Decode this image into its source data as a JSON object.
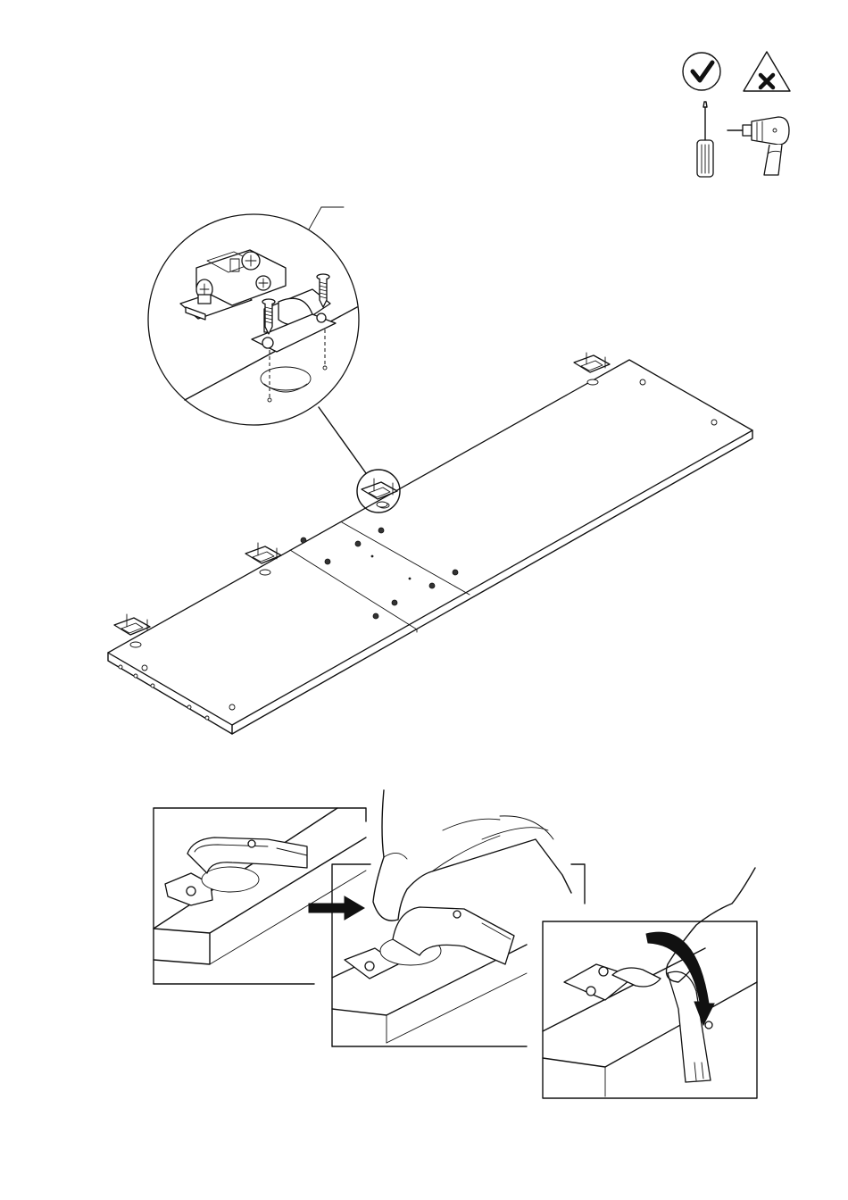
{
  "icons": {
    "allowed": "check-circle-icon",
    "not_allowed": "triangle-x-icon",
    "tool_1": "screwdriver-icon",
    "tool_2": "electric-drill-icon"
  },
  "figures": {
    "panel": "assembly-panel-with-hinges",
    "detail": "hinge-detail-magnifier",
    "steps": [
      "step-1-hinge-on-board",
      "step-2-push-hinge-clip",
      "step-3-rotate-hinge-down"
    ]
  },
  "colors": {
    "line": "#111111",
    "background": "#ffffff"
  }
}
